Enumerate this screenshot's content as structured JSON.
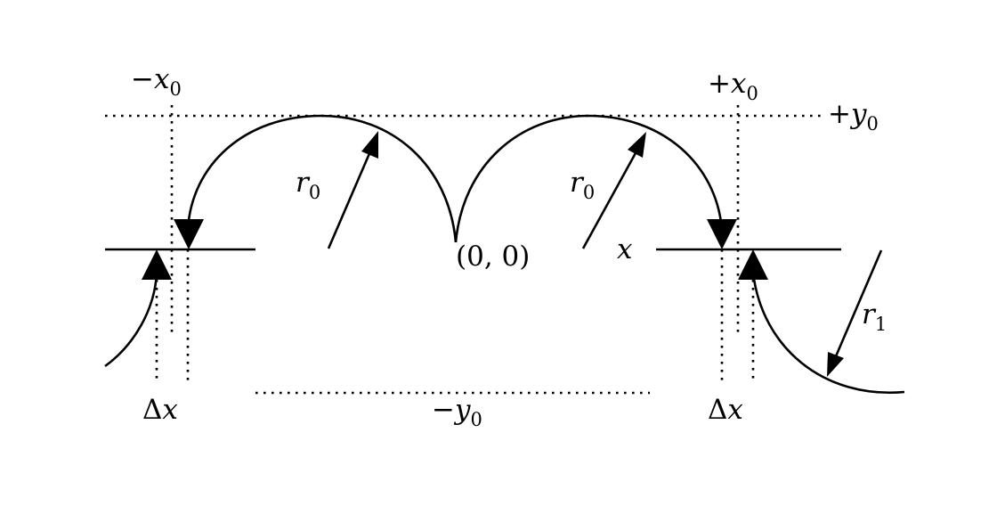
{
  "labels": {
    "neg_x0": {
      "prefix": "−",
      "var": "x",
      "sub": "0"
    },
    "pos_x0": {
      "prefix": "+",
      "var": "x",
      "sub": "0"
    },
    "pos_y0": {
      "prefix": "+",
      "var": "y",
      "sub": "0"
    },
    "neg_y0": {
      "prefix": "−",
      "var": "y",
      "sub": "0"
    },
    "r0_left": {
      "var": "r",
      "sub": "0"
    },
    "r0_right": {
      "var": "r",
      "sub": "0"
    },
    "r1": {
      "var": "r",
      "sub": "1"
    },
    "origin": "(0, 0)",
    "x": "x",
    "dx_left": {
      "delta": "Δ",
      "var": "x"
    },
    "dx_right": {
      "delta": "Δ",
      "var": "x"
    }
  }
}
